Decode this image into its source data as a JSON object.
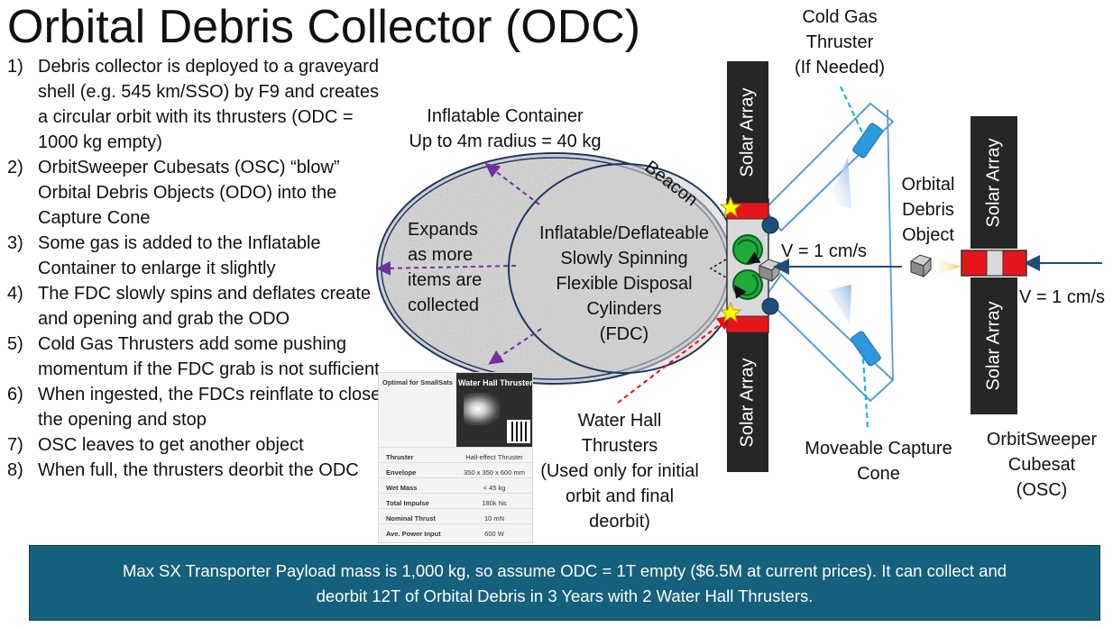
{
  "title": "Orbital Debris Collector (ODC)",
  "steps": [
    {
      "num": "1)",
      "text": "Debris collector is deployed to a graveyard shell (e.g. 545 km/SSO) by F9 and creates a circular orbit with its thrusters (ODC = 1000 kg empty)"
    },
    {
      "num": "2)",
      "text": "OrbitSweeper Cubesats (OSC) “blow” Orbital Debris Objects (ODO) into the Capture Cone"
    },
    {
      "num": "3)",
      "text": "Some gas is added to the Inflatable Container to enlarge it slightly"
    },
    {
      "num": "4)",
      "text": "The FDC slowly spins and deflates create and opening and grab the ODO"
    },
    {
      "num": "5)",
      "text": "Cold Gas Thrusters add some pushing momentum if the FDC grab is not sufficient"
    },
    {
      "num": "6)",
      "text": "When ingested, the FDCs reinflate to close the opening and stop"
    },
    {
      "num": "7)",
      "text": "OSC leaves to get another object"
    },
    {
      "num": "8)",
      "text": "When full, the thrusters deorbit the ODC"
    }
  ],
  "labels": {
    "inflatable_container_1": "Inflatable Container",
    "inflatable_container_2": "Up to 4m radius = 40 kg",
    "expands": [
      "Expands",
      "as more",
      "items are",
      "collected"
    ],
    "fdc": [
      "Inflatable/Deflateable",
      "Slowly Spinning",
      "Flexible Disposal",
      "Cylinders",
      "(FDC)"
    ],
    "beacon": "Beacon",
    "cold_gas": [
      "Cold Gas",
      "Thruster",
      "(If Needed)"
    ],
    "solar_array": "Solar Array",
    "velocity_left": "V = 1 cm/s",
    "velocity_right": "V = 1 cm/s",
    "odo": [
      "Orbital",
      "Debris",
      "Object"
    ],
    "water_hall": [
      "Water Hall",
      "Thrusters",
      "(Used only for initial",
      "orbit and final",
      "deorbit)"
    ],
    "capture_cone": [
      "Moveable Capture",
      "Cone"
    ],
    "osc": [
      "OrbitSweeper",
      "Cubesat",
      "(OSC)"
    ]
  },
  "spec_card": {
    "header_left": "Optimal for SmallSats",
    "header_right": "Water Hall Thruster",
    "rows": [
      {
        "k": "Thruster",
        "v": "Hall-effect Thruster"
      },
      {
        "k": "Envelope",
        "v": "350 x 350 x 600 mm"
      },
      {
        "k": "Wet Mass",
        "v": "< 45 kg"
      },
      {
        "k": "Total Impulse",
        "v": "180k Ns"
      },
      {
        "k": "Nominal Thrust",
        "v": "10 mN"
      },
      {
        "k": "Ave. Power Input",
        "v": "600 W"
      }
    ]
  },
  "footer": {
    "line1": "Max SX Transporter Payload mass is 1,000 kg, so assume ODC = 1T empty ($6.5M at current prices).  It can collect and",
    "line2": "deorbit 12T of Orbital Debris in 3 Years with 2 Water Hall Thrusters."
  },
  "colors": {
    "footer_bg": "#15607d",
    "solar_panel": "#262626",
    "red_block": "#e8141c",
    "green_cylinder": "#1eab3a",
    "navy_node": "#1f4e79",
    "cone_blue": "#5b9bd5",
    "dashed_purple": "#7030a0",
    "dashed_red": "#ff0000",
    "dashed_cyan": "#00b0f0",
    "star_yellow": "#ffff00"
  }
}
